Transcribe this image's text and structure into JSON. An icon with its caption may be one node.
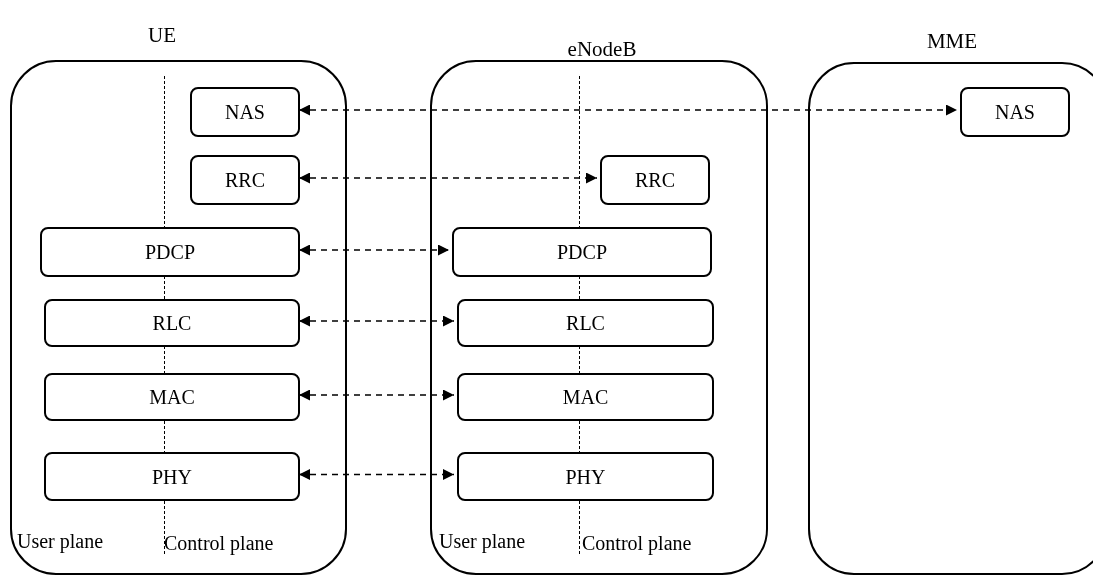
{
  "diagram": {
    "nodes": [
      {
        "text": [
          "UE",
          "User plane",
          "Control plane"
        ]
      },
      {
        "text": [
          "NAS"
        ],
        "in": 0
      },
      {
        "text": [
          "RRC"
        ],
        "in": 0
      },
      {
        "text": [
          "PDCP"
        ],
        "in": 0
      },
      {
        "text": [
          "RLC"
        ],
        "in": 0
      },
      {
        "text": [
          "MAC"
        ],
        "in": 0
      },
      {
        "text": [
          "PHY"
        ],
        "in": 0
      },
      {
        "text": [
          "eNodeB",
          "User plane",
          "Control plane"
        ]
      },
      {
        "text": [
          "RRC"
        ],
        "in": 7
      },
      {
        "text": [
          "PDCP"
        ],
        "in": 7
      },
      {
        "text": [
          "RLC"
        ],
        "in": 7
      },
      {
        "text": [
          "MAC"
        ],
        "in": 7
      },
      {
        "text": [
          "PHY"
        ],
        "in": 7
      },
      {
        "text": [
          "MME"
        ]
      },
      {
        "text": [
          "NAS"
        ],
        "in": 13
      }
    ],
    "edges": [
      {
        "from": 1,
        "to": 14,
        "arrow": "both",
        "style": "dashed"
      },
      {
        "from": 2,
        "to": 8,
        "arrow": "both",
        "style": "dashed"
      },
      {
        "from": 3,
        "to": 9,
        "arrow": "both",
        "style": "dashed"
      },
      {
        "from": 4,
        "to": 10,
        "arrow": "both",
        "style": "dashed"
      },
      {
        "from": 5,
        "to": 11,
        "arrow": "both",
        "style": "dashed"
      },
      {
        "from": 6,
        "to": 12,
        "arrow": "both",
        "style": "dashed"
      }
    ]
  }
}
